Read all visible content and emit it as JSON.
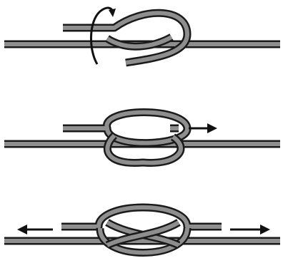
{
  "diagram": {
    "steps": [
      {
        "id": 1,
        "rotation_arrow": true,
        "pull_arrows": "none"
      },
      {
        "id": 2,
        "rotation_arrow": false,
        "pull_arrows": "right"
      },
      {
        "id": 3,
        "rotation_arrow": false,
        "pull_arrows": "both"
      }
    ],
    "colors": {
      "rope_fill": "#8e8e8e",
      "rope_outline": "#1a1a1a",
      "arrow": "#111111"
    }
  }
}
